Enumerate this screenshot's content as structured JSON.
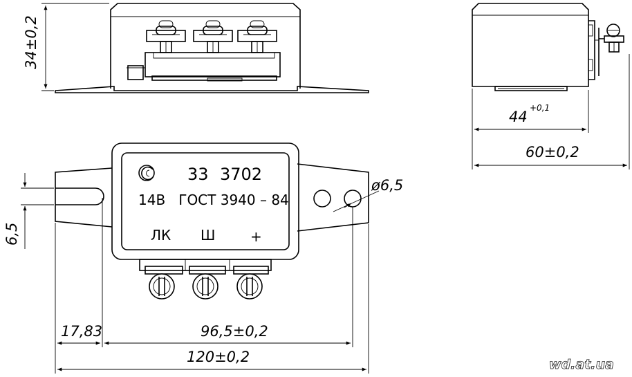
{
  "plate": {
    "model_prefix": "33",
    "model_number": "3702",
    "spec_line": "14В   ГОСТ 3940 – 84",
    "terminal_lk": "ЛК",
    "terminal_sh": "Ш",
    "terminal_plus": "+"
  },
  "dimensions": {
    "height_side": "34±0,2",
    "depth_inner": "44",
    "depth_inner_tol": "+0,1",
    "depth_outer": "60±0,2",
    "hole_slot": "6,5",
    "hole_dia": "ø6,5",
    "flange_offset": "17,83",
    "hole_spacing": "96,5±0,2",
    "overall_length": "120±0,2"
  },
  "watermark": "wd.at.ua"
}
